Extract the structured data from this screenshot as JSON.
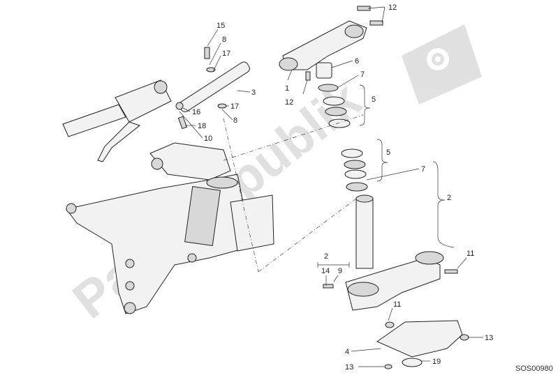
{
  "watermark": {
    "text": "PartsRepublik",
    "icon": "gear-flag-icon"
  },
  "drawing_code": "SOS00980",
  "callouts": {
    "c12a": "12",
    "c12b": "12",
    "c1": "1",
    "c6": "6",
    "c7a": "7",
    "c5a": "5",
    "c5b": "5",
    "c7b": "7",
    "c2a": "2",
    "c2b": "2",
    "c11a": "11",
    "c11b": "11",
    "c9": "9",
    "c14": "14",
    "c13a": "13",
    "c13b": "13",
    "c4": "4",
    "c19": "19",
    "c15": "15",
    "c8a": "8",
    "c17a": "17",
    "c3": "3",
    "c17b": "17",
    "c8b": "8",
    "c16": "16",
    "c18": "18",
    "c10": "10"
  }
}
